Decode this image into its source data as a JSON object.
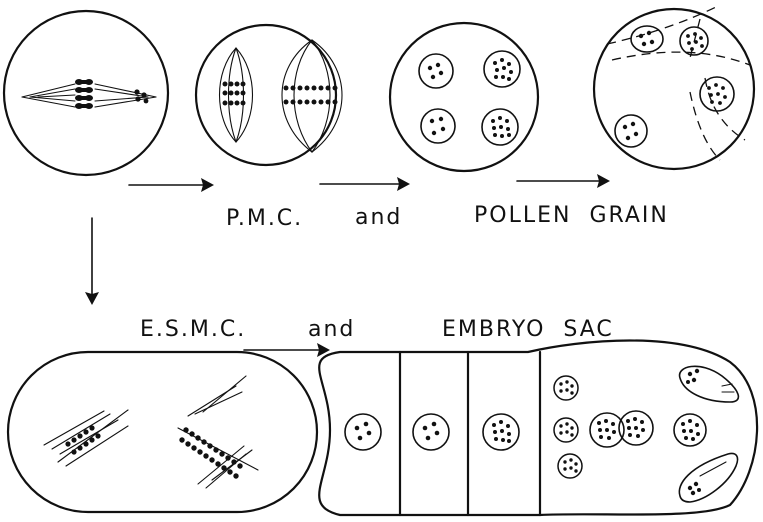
{
  "labels": {
    "pmc": "P.M.C.",
    "and_top": "and",
    "pollen_grain": "POLLEN  GRAIN",
    "esmc": "E.S.M.C.",
    "and_bottom": "and",
    "embryo_sac": "EMBRYO  SAC"
  }
}
